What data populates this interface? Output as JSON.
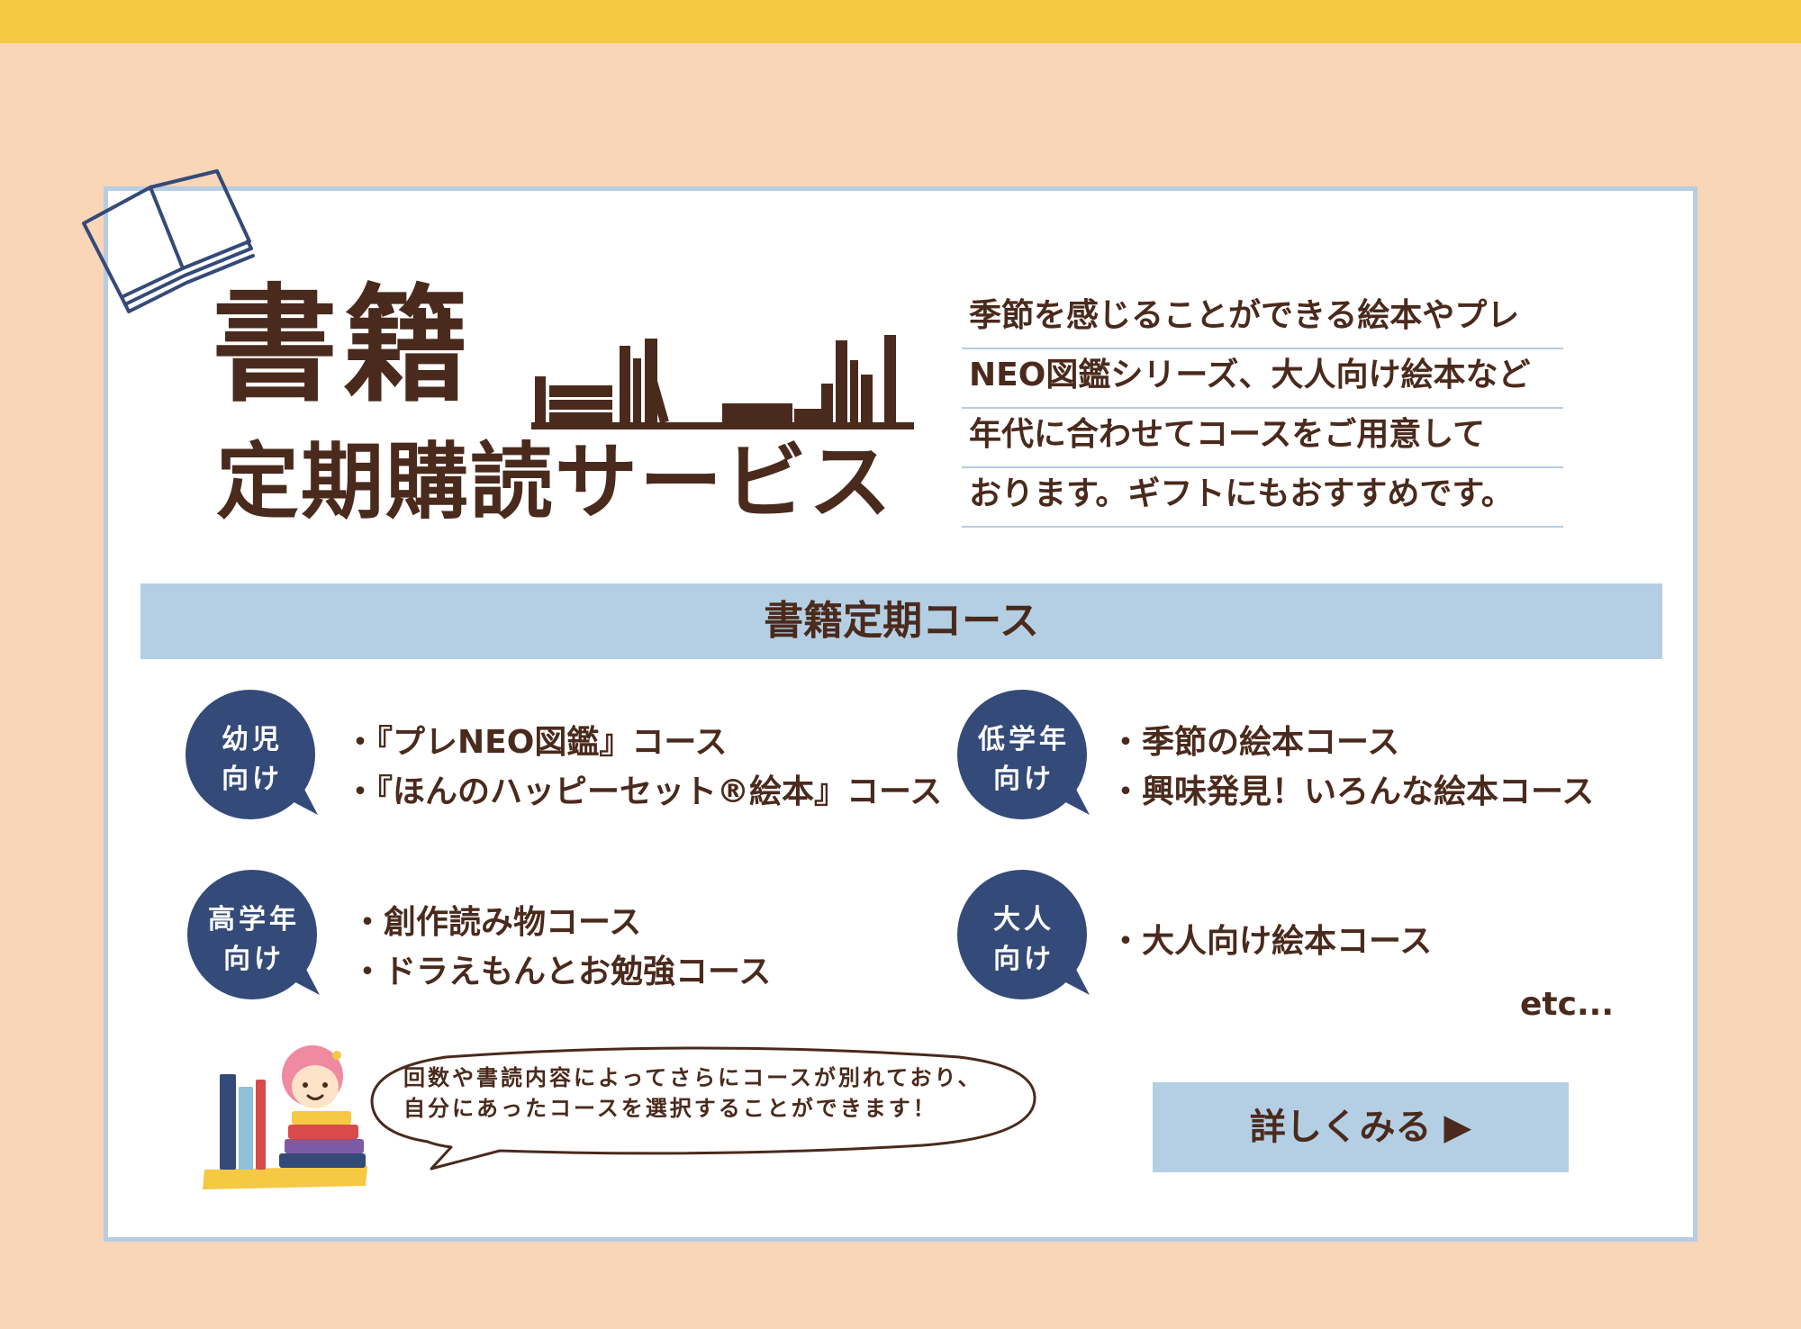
{
  "brand": {
    "title_line1": "書籍",
    "title_line2": "定期購読サービス"
  },
  "description": [
    "季節を感じることができる絵本やプレ",
    "NEO図鑑シリーズ、大人向け絵本など",
    "年代に合わせてコースをご用意して",
    "おります。ギフトにもおすすめです。"
  ],
  "course_header": "書籍定期コース",
  "groups": {
    "infant": {
      "badge1": "幼児",
      "badge2": "向け",
      "items": [
        "・『プレNEO図鑑』コース",
        "・『ほんのハッピーセット®絵本』コース"
      ]
    },
    "lower": {
      "badge1": "低学年",
      "badge2": "向け",
      "items": [
        "・季節の絵本コース",
        "・興味発見！いろんな絵本コース"
      ]
    },
    "upper": {
      "badge1": "高学年",
      "badge2": "向け",
      "items": [
        "・創作読み物コース",
        "・ドラえもんとお勉強コース"
      ]
    },
    "adult": {
      "badge1": "大人",
      "badge2": "向け",
      "items": [
        "・大人向け絵本コース"
      ]
    }
  },
  "etc": "etc...",
  "note": {
    "line1": "回数や書読内容によってさらにコースが別れており、",
    "line2": "自分にあったコースを選択することができます！"
  },
  "more_button": "詳しくみる ▶",
  "colors": {
    "background": "#f8d6b7",
    "top_bar": "#f5c944",
    "accent_blue": "#b4cfe4",
    "badge_navy": "#344a78",
    "text_brown": "#4a2a1c"
  },
  "icons": [
    "open-book-icon",
    "bookshelf-icon",
    "girl-with-books-illustration"
  ]
}
